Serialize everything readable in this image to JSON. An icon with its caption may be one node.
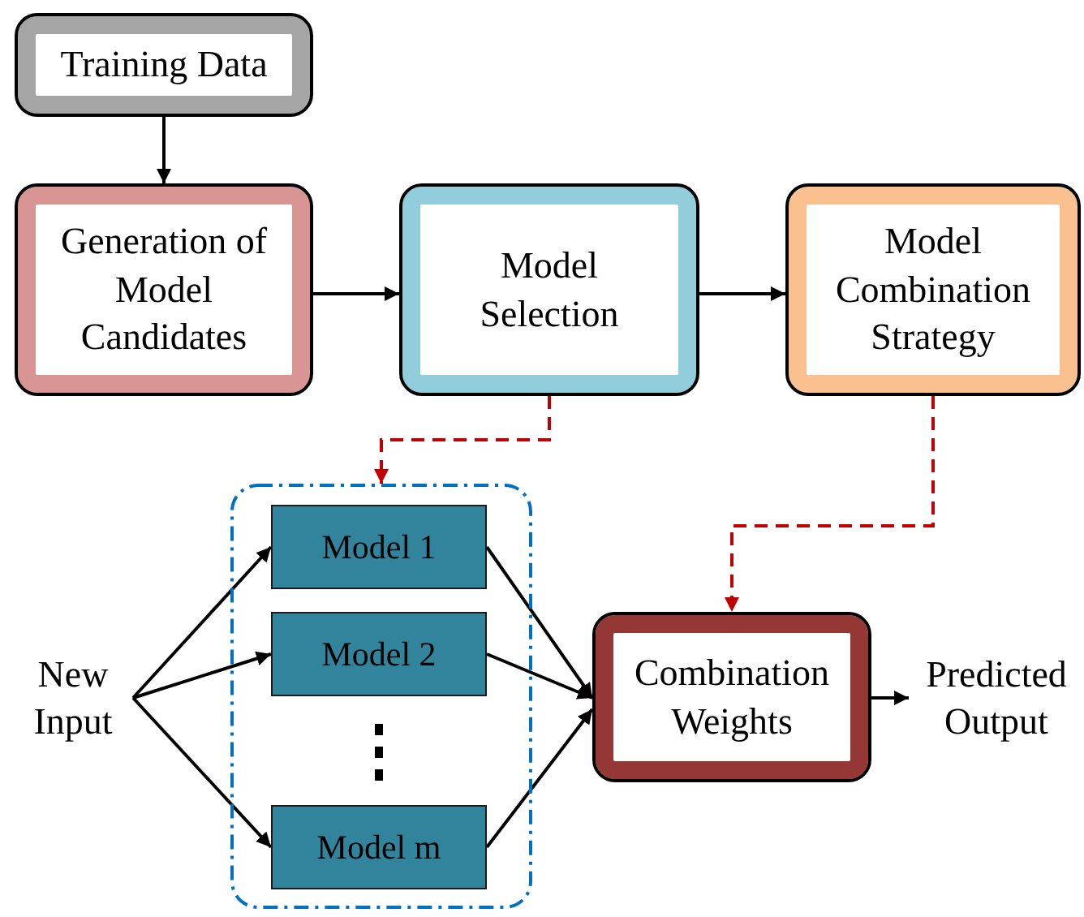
{
  "diagram": {
    "nodes": [
      {
        "text": [
          "Training Data"
        ]
      },
      {
        "text": [
          "Generation of Model Candidates"
        ]
      },
      {
        "text": [
          "Model Selection"
        ]
      },
      {
        "text": [
          "Model Combination Strategy"
        ]
      },
      {
        "text": [],
        "shape": "box"
      },
      {
        "text": [
          "Model 1"
        ],
        "in": 4
      },
      {
        "text": [
          "Model 2"
        ],
        "in": 4
      },
      {
        "text": [
          "Model m"
        ],
        "in": 4
      },
      {
        "text": [
          "New Input"
        ]
      },
      {
        "text": [
          "Combination Weights"
        ]
      },
      {
        "text": [
          "Predicted Output"
        ]
      }
    ],
    "edges": [
      {
        "from": 0,
        "to": 1,
        "arrow": "to"
      },
      {
        "from": 1,
        "to": 2,
        "arrow": "to"
      },
      {
        "from": 2,
        "to": 3,
        "arrow": "to"
      },
      {
        "from": 2,
        "to": 4,
        "arrow": "to",
        "style": "dashed",
        "color": "#c00000"
      },
      {
        "from": 3,
        "to": 9,
        "arrow": "to",
        "style": "dashed",
        "color": "#c00000"
      },
      {
        "from": 8,
        "to": 5,
        "arrow": "to"
      },
      {
        "from": 8,
        "to": 6,
        "arrow": "to"
      },
      {
        "from": 8,
        "to": 7,
        "arrow": "to"
      },
      {
        "from": 5,
        "to": 9,
        "arrow": "to"
      },
      {
        "from": 6,
        "to": 9,
        "arrow": "to"
      },
      {
        "from": 7,
        "to": 9,
        "arrow": "to"
      },
      {
        "from": 9,
        "to": 10,
        "arrow": "to"
      }
    ]
  }
}
